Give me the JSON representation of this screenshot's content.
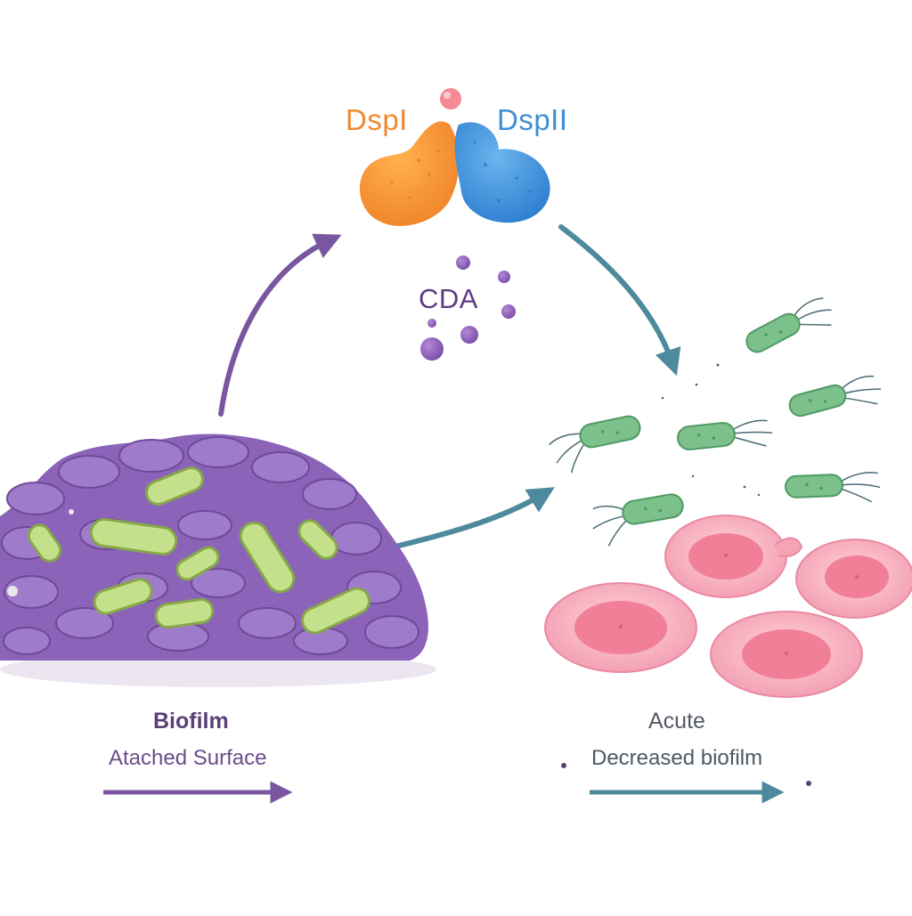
{
  "labels": {
    "dspi": "DspI",
    "dspii": "DspII",
    "cda": "CDA",
    "biofilm_title": "Biofilm",
    "biofilm_subtitle": "Atached Surface",
    "acute_title": "Acute",
    "acute_subtitle": "Decreased biofilm"
  },
  "colors": {
    "biofilm_matrix": "#8b63b8",
    "embedded_bacteria": "#c5e08a",
    "dspi_enzyme": "#f5982e",
    "dspii_enzyme": "#3d8ed8",
    "cda_molecules": "#8c5cb6",
    "planktonic_bacteria": "#7cc08c",
    "host_cells": "#f6a3b4",
    "left_arrows": "#7a55a0",
    "right_arrows": "#4c8a9c"
  }
}
